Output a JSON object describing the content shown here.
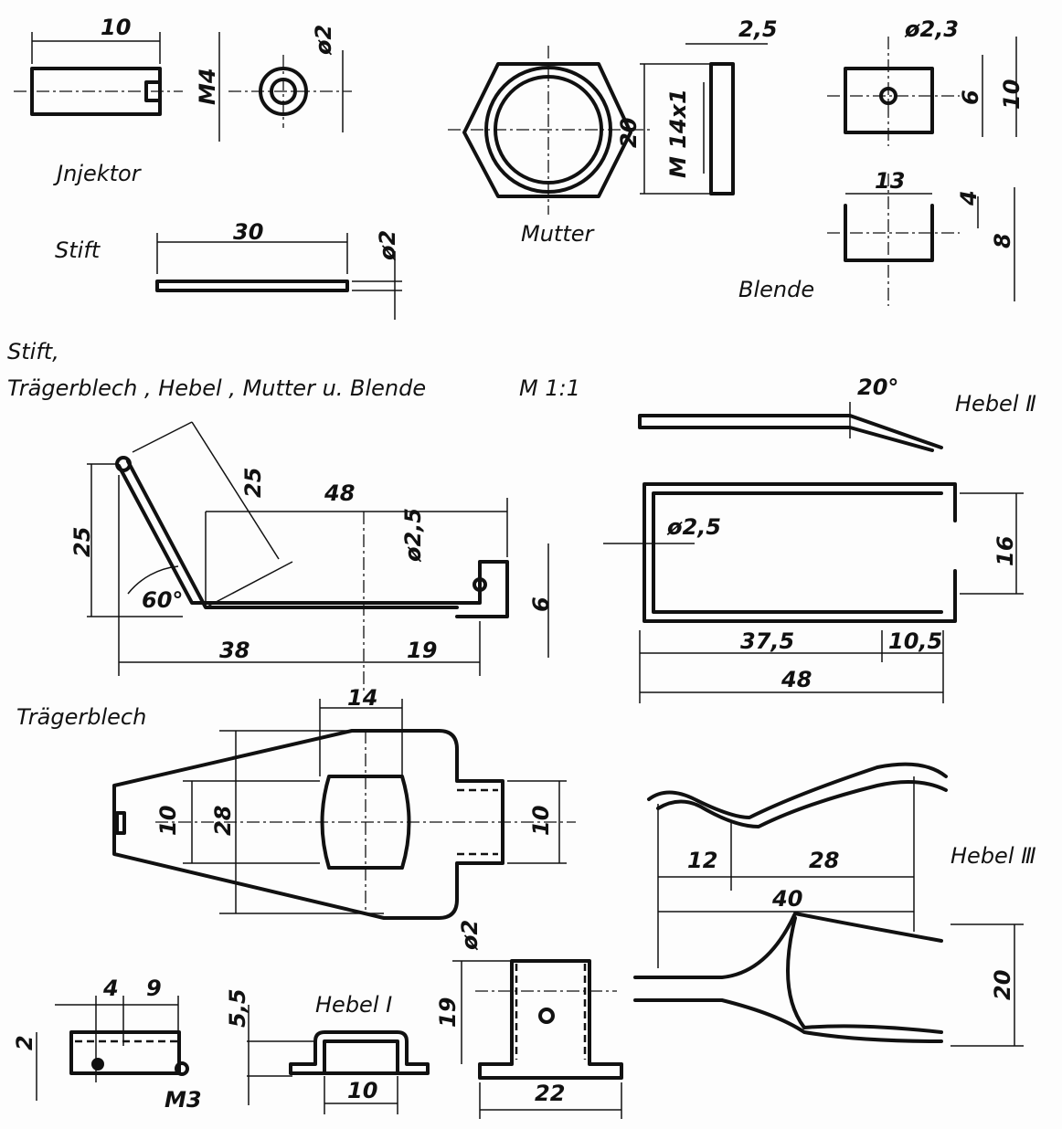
{
  "parts": {
    "injektor": {
      "name": "Jnjektor",
      "length": "10",
      "diameter": "ø2",
      "thread": "M4"
    },
    "stift": {
      "name": "Stift",
      "length": "30",
      "diameter": "ø2"
    },
    "mutter": {
      "name": "Mutter",
      "thickness": "2,5",
      "width": "20",
      "thread": "M 14x1"
    },
    "blende": {
      "name": "Blende",
      "hole": "ø2,3",
      "h1": "6",
      "h2": "10",
      "width": "13",
      "h3": "4",
      "h4": "8"
    },
    "caption": {
      "line1": "Stift,",
      "line2": "Trägerblech , Hebel , Mutter u. Blende",
      "scale": "M 1:1"
    },
    "hebel_side": {
      "h": "25",
      "arm": "25",
      "len": "48",
      "hole": "ø2,5",
      "h2": "6",
      "angle": "60°",
      "l1": "38",
      "l2": "19"
    },
    "hebel_ii": {
      "name": "Hebel Ⅱ",
      "angle": "20°",
      "wire": "ø2,5",
      "h": "16",
      "l1": "37,5",
      "l2": "10,5",
      "l": "48"
    },
    "traegerblech": {
      "name": "Trägerblech",
      "w": "14",
      "h1": "10",
      "h2": "28",
      "h3": "10"
    },
    "hebel_iii": {
      "name": "Hebel Ⅲ",
      "l1": "12",
      "l2": "28",
      "l": "40",
      "h": "20"
    },
    "bottom": {
      "a": "4",
      "b": "9",
      "c": "2",
      "thread": "M3",
      "h": "5,5",
      "name": "Hebel I",
      "w": "10",
      "hole": "ø2",
      "h2": "19",
      "w2": "22"
    }
  }
}
